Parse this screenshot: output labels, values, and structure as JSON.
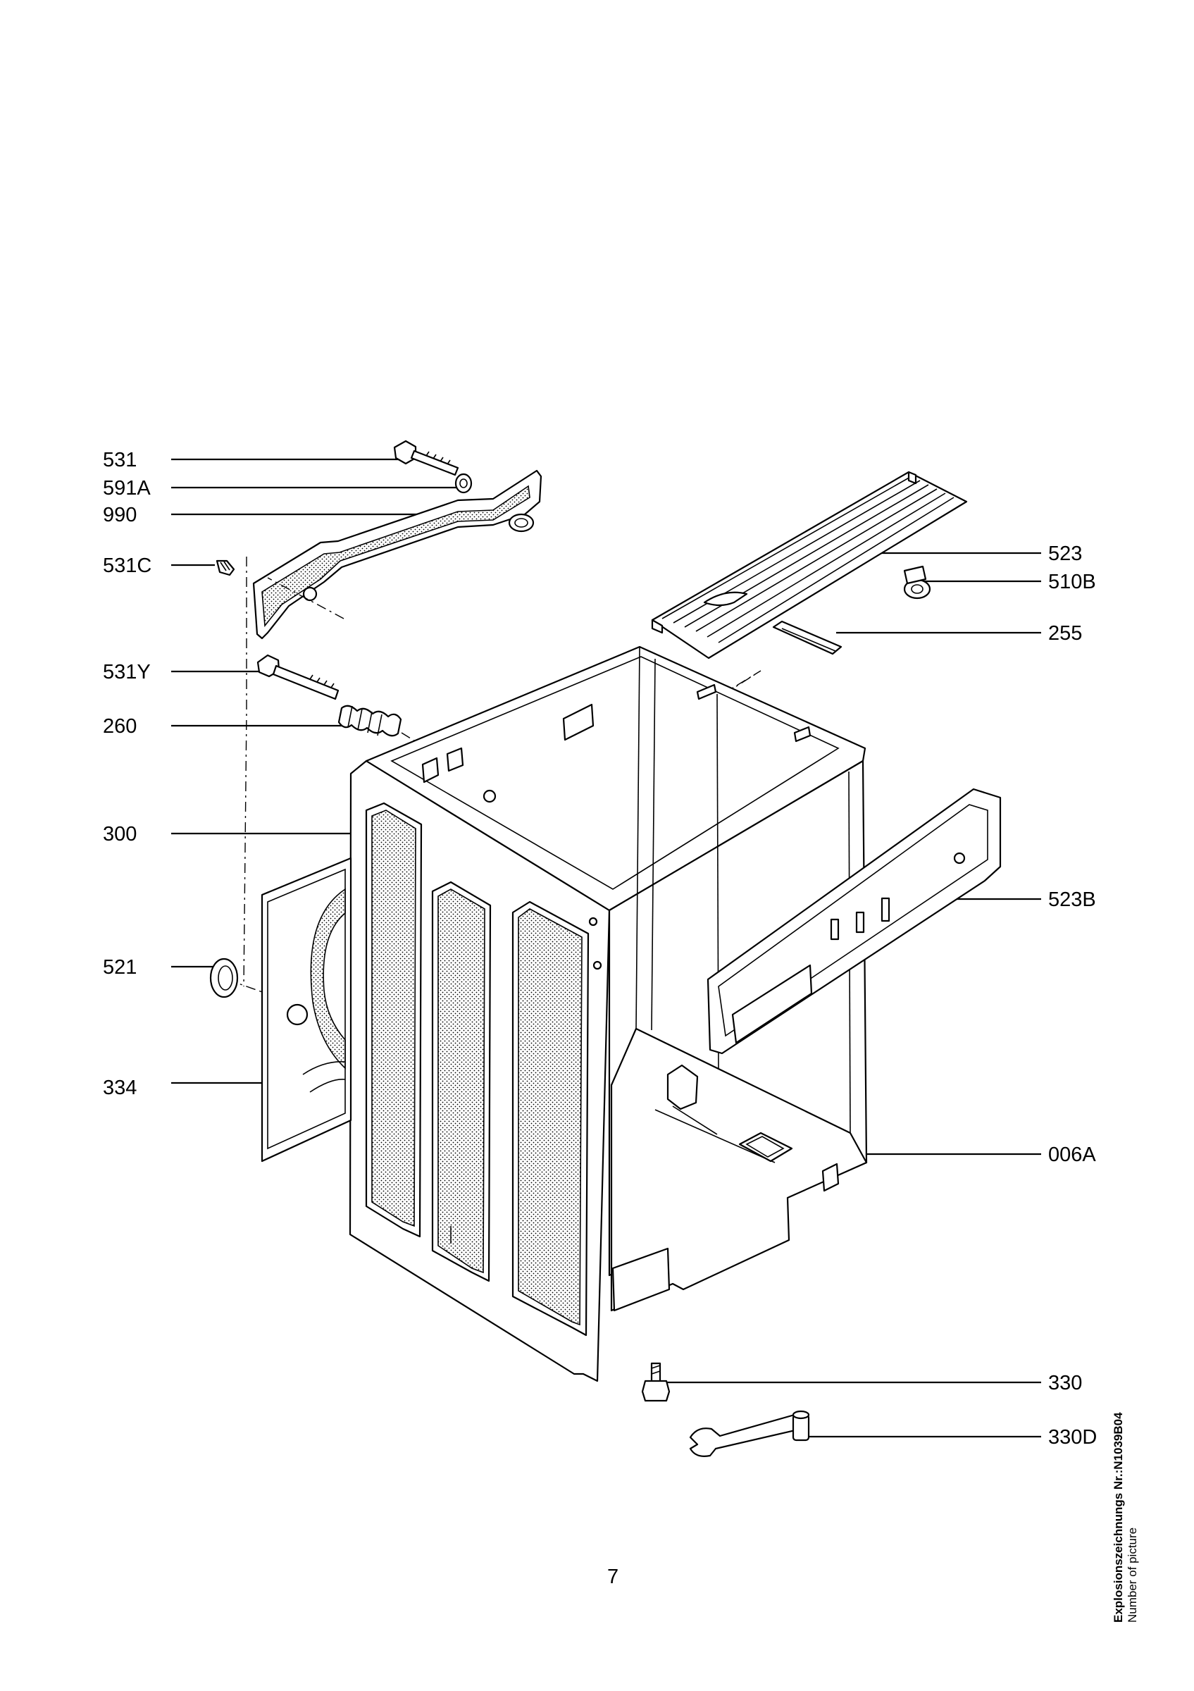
{
  "callouts": {
    "left": [
      "531",
      "591A",
      "990",
      "531C",
      "531Y",
      "260",
      "300",
      "521",
      "334"
    ],
    "right": [
      "523",
      "510B",
      "255",
      "523B",
      "006A",
      "330",
      "330D"
    ]
  },
  "page_number": "7",
  "footer": {
    "drawing_number": "Explosionszeichnungs Nr.:N1039B04",
    "caption": "Number of picture"
  }
}
